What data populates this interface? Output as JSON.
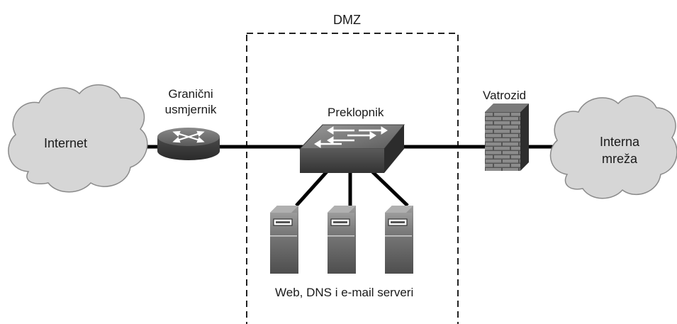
{
  "zone": {
    "label": "DMZ"
  },
  "nodes": {
    "internet": {
      "label": "Internet",
      "icon": "cloud-icon"
    },
    "border_router": {
      "label_line1": "Granični",
      "label_line2": "usmjernik",
      "icon": "router-icon"
    },
    "switch": {
      "label": "Preklopnik",
      "icon": "switch-icon"
    },
    "firewall": {
      "label": "Vatrozid",
      "icon": "firewall-icon"
    },
    "internal_network": {
      "label_line1": "Interna",
      "label_line2": "mreža",
      "icon": "cloud-icon"
    },
    "servers": {
      "label": "Web, DNS i e-mail serveri",
      "icon": "server-icon",
      "count": 3
    }
  },
  "colors": {
    "cloud": "#d6d6d6",
    "device": "#4a4a4a",
    "line": "#000000",
    "background": "#ffffff"
  }
}
